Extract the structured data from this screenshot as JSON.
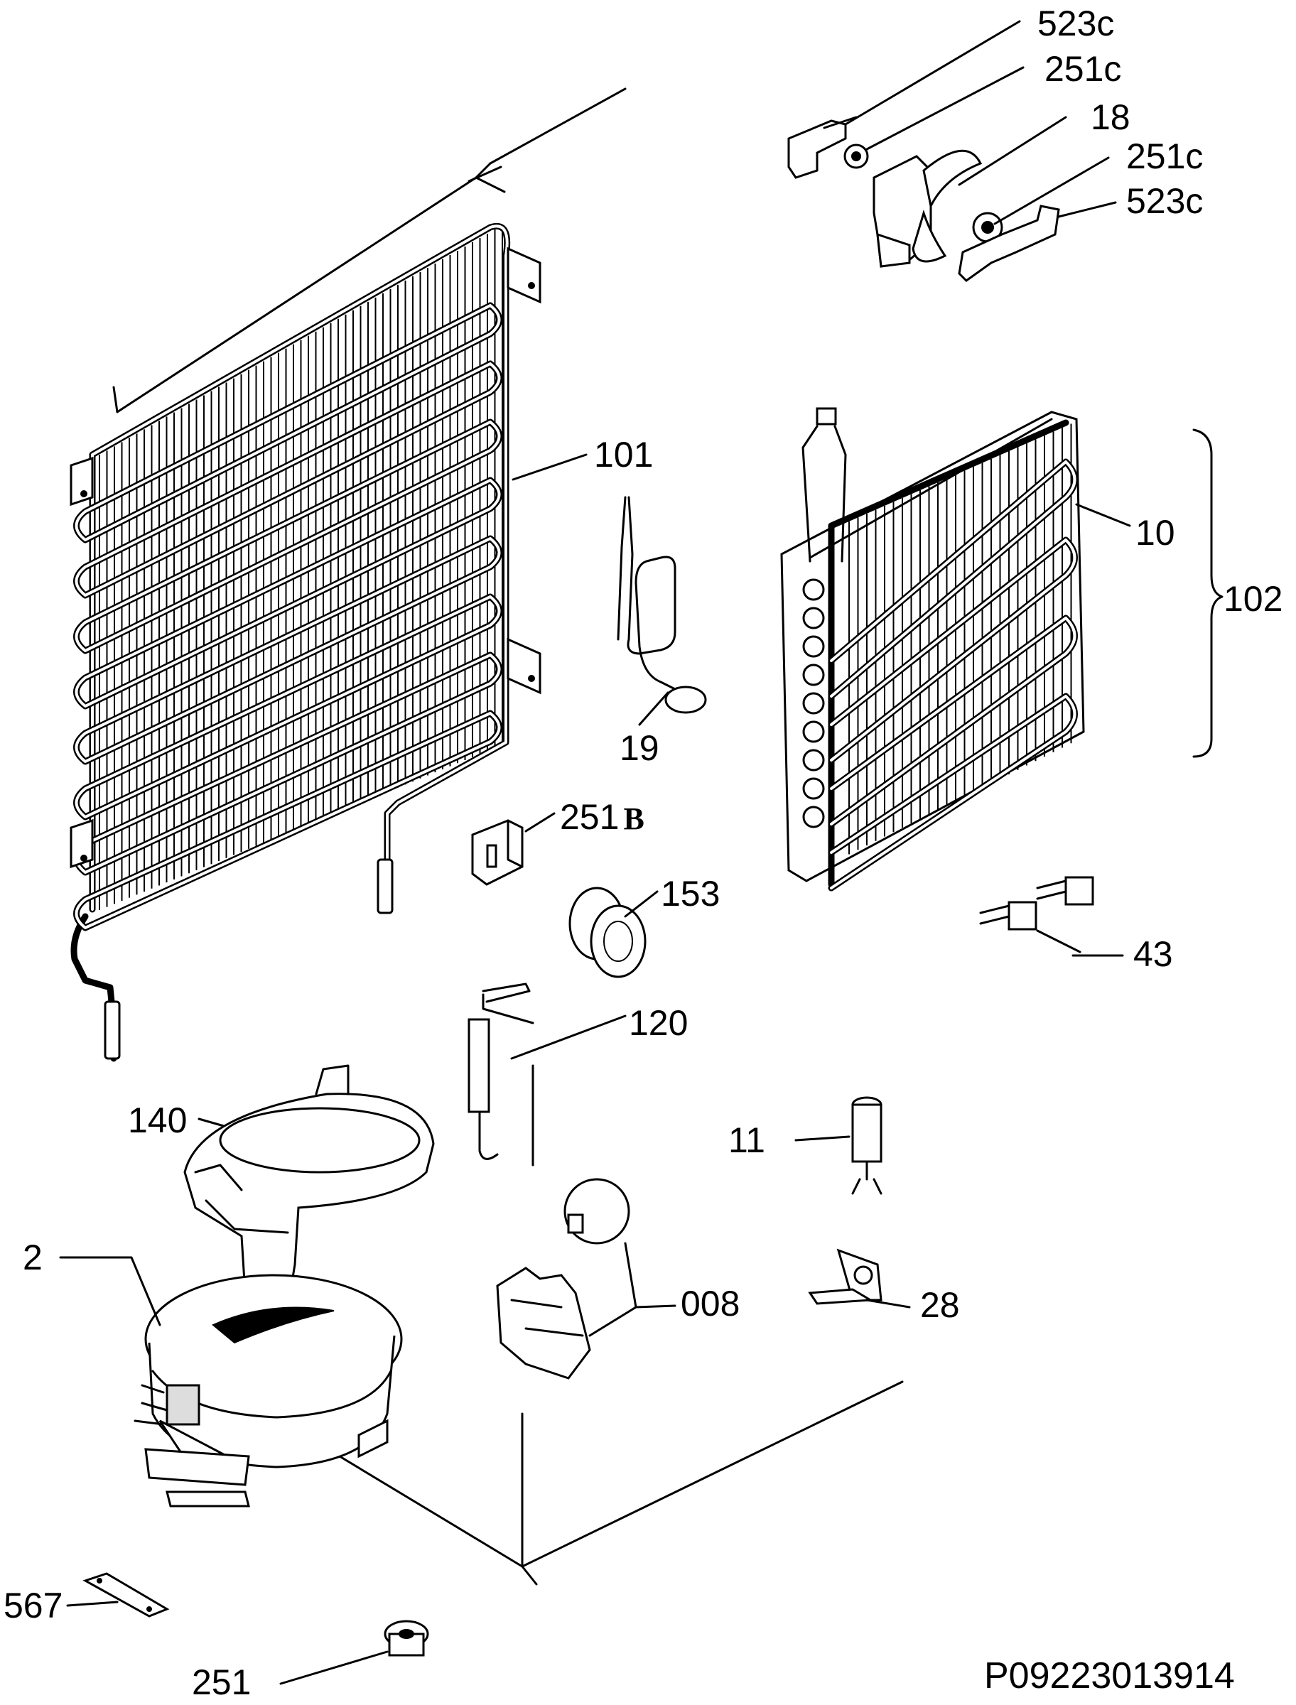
{
  "parts": {
    "p523c_top": {
      "code": "523c"
    },
    "p251c_top": {
      "code": "251c"
    },
    "p18": {
      "code": "18"
    },
    "p251c_mid": {
      "code": "251c"
    },
    "p523c_mid": {
      "code": "523c"
    },
    "p101": {
      "code": "101"
    },
    "p10": {
      "code": "10"
    },
    "p102": {
      "code": "102"
    },
    "p19": {
      "code": "19"
    },
    "p251b": {
      "code": "251",
      "suffix": "B"
    },
    "p153": {
      "code": "153"
    },
    "p43": {
      "code": "43"
    },
    "p120": {
      "code": "120"
    },
    "p140": {
      "code": "140"
    },
    "p11": {
      "code": "11"
    },
    "p2": {
      "code": "2"
    },
    "p008": {
      "code": "008"
    },
    "p28": {
      "code": "28"
    },
    "p567": {
      "code": "567"
    },
    "p251": {
      "code": "251"
    }
  },
  "drawing_reference": "P09223013914"
}
